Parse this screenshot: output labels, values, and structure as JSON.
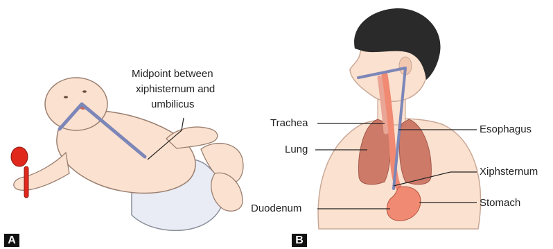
{
  "panels": {
    "a": {
      "badge": "A",
      "label_midpoint": [
        "Midpoint between",
        "xiphisternum and",
        "umbilicus"
      ]
    },
    "b": {
      "badge": "B",
      "labels": {
        "trachea": "Trachea",
        "lung": "Lung",
        "duodenum": "Duodenum",
        "esophagus": "Esophagus",
        "xiphsternum": "Xiphsternum",
        "stomach": "Stomach"
      }
    }
  },
  "colors": {
    "measure_line": "#7c86b8",
    "skin": "#fbe1cf",
    "skin_shade": "#f2c9b0",
    "hair": "#2a2a2a",
    "lung": "#c96f5e",
    "esophagus": "#f08a73",
    "diaper": "#e9ecf4",
    "rattle_red": "#e0281c"
  }
}
